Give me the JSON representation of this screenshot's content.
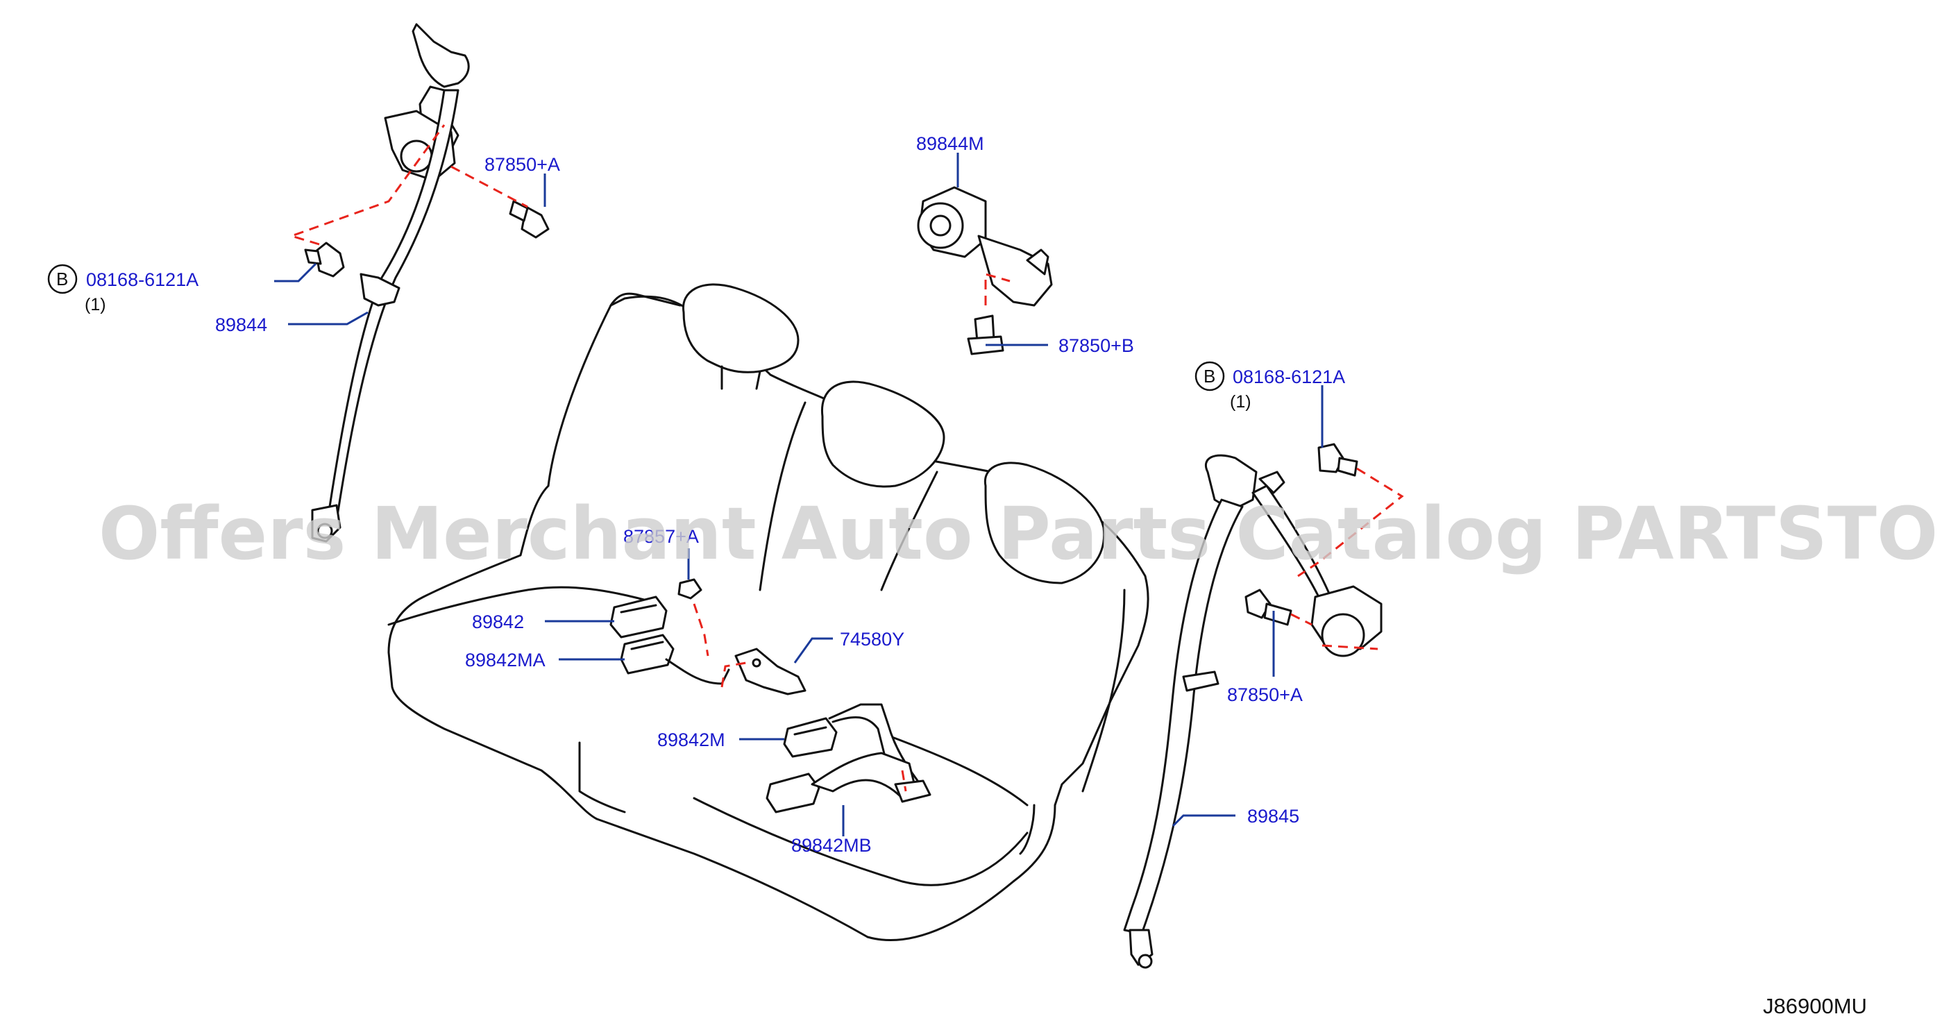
{
  "labels": {
    "p89844": "89844",
    "p87850a_top": "87850+A",
    "p08168_left": "08168-6121A",
    "p08168_left_qty": "(1)",
    "p89844m": "89844M",
    "p87850b": "87850+B",
    "p08168_right": "08168-6121A",
    "p08168_right_qty": "(1)",
    "p87850a_right": "87850+A",
    "p89845": "89845",
    "p87857": "87857+A",
    "p89842": "89842",
    "p89842ma": "89842MA",
    "p74580y": "74580Y",
    "p89842m": "89842M",
    "p89842mb": "89842MB",
    "circle_b": "B"
  },
  "diagram_code": "J86900MU",
  "watermark": "Offers Merchant Auto Parts Catalog PARTSTORE.SA",
  "colors": {
    "label": "#1a1acc",
    "leader": "#1a3a9a",
    "dashed_link": "#e8241c",
    "watermark": "#cfcfcf"
  }
}
